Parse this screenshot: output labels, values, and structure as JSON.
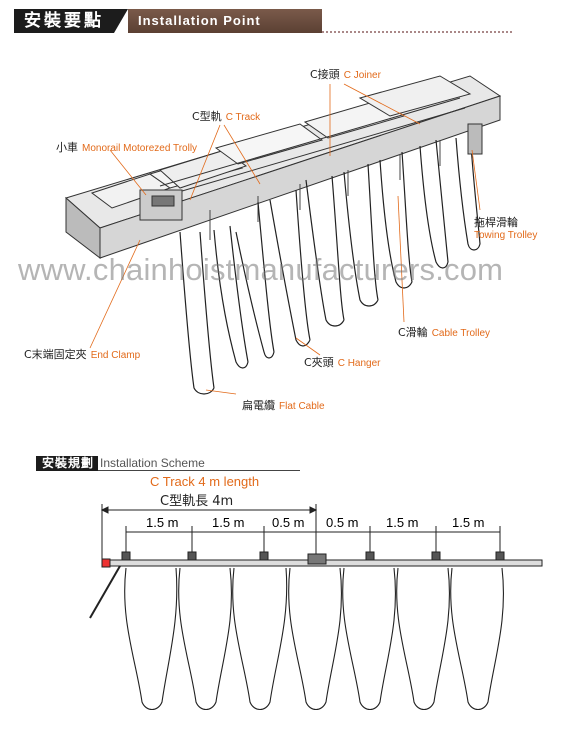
{
  "header": {
    "title_cjk": "安裝要點",
    "title_en": "Installation Point"
  },
  "labels": {
    "c_joiner": {
      "cjk": "C接頭",
      "en": "C Joiner"
    },
    "c_track": {
      "cjk": "C型軌",
      "en": "C Track"
    },
    "trolley": {
      "cjk": "小車",
      "en": "Monorail Motorezed Trolly"
    },
    "towing_trolley": {
      "cjk": "拖桿滑輪",
      "en": "Towing Trolley"
    },
    "cable_trolley": {
      "cjk": "C滑輪",
      "en": "Cable Trolley"
    },
    "end_clamp": {
      "cjk": "C末端固定夾",
      "en": "End Clamp"
    },
    "c_hanger": {
      "cjk": "C夾頭",
      "en": "C Hanger"
    },
    "flat_cable": {
      "cjk": "扁電纜",
      "en": "Flat Cable"
    }
  },
  "watermark": "www.chainhoistmanufacturers.com",
  "scheme": {
    "title_cjk": "安裝規劃",
    "title_en": "Installation Scheme",
    "length_en": "C Track 4 m length",
    "length_cjk": "C型軌長 4m",
    "segments": [
      "1.5 m",
      "1.5 m",
      "0.5 m",
      "0.5 m",
      "1.5 m",
      "1.5 m"
    ]
  },
  "colors": {
    "accent_orange": "#e26a1a",
    "header_dark": "#1c1c1c",
    "header_brown": "#6b4a3c"
  }
}
